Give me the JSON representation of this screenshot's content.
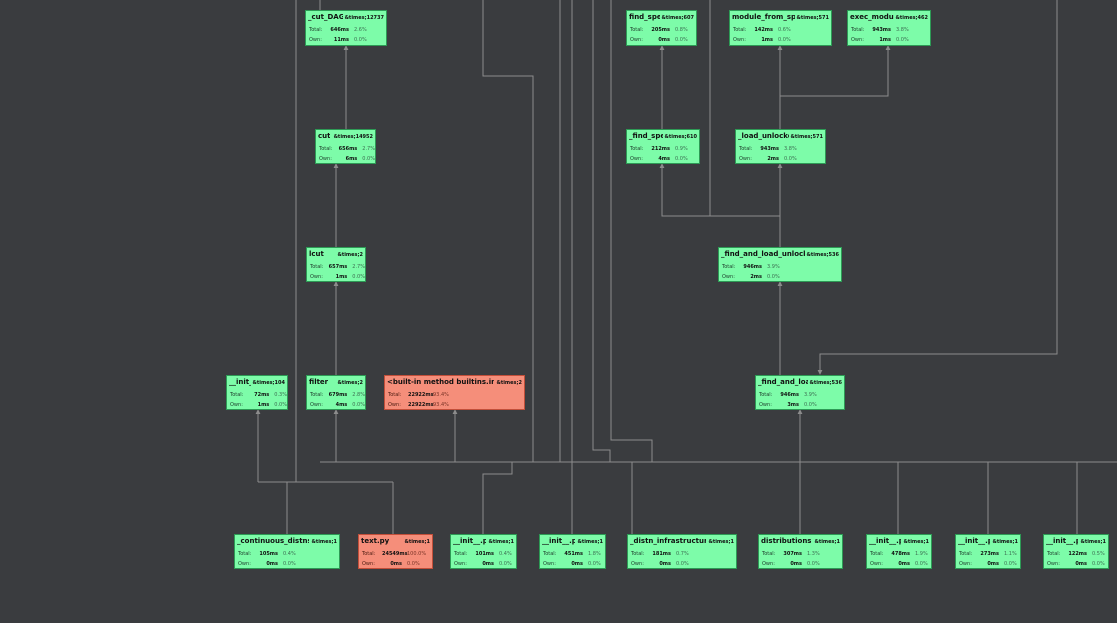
{
  "colors": {
    "background": "#3a3c3f",
    "node": "#7dfca9",
    "hot_node": "#f58e7a",
    "edge": "#8c8c8c"
  },
  "nodes": [
    {
      "id": "cut_dag",
      "name": "_cut_DAG",
      "calls": "&times;12737",
      "total": "646ms",
      "total_pct": "2.6%",
      "own": "11ms",
      "own_pct": "0.0%",
      "hot": false
    },
    {
      "id": "cut",
      "name": "cut",
      "calls": "&times;14952",
      "total": "656ms",
      "total_pct": "2.7%",
      "own": "6ms",
      "own_pct": "0.0%",
      "hot": false
    },
    {
      "id": "lcut",
      "name": "lcut",
      "calls": "&times;2",
      "total": "657ms",
      "total_pct": "2.7%",
      "own": "1ms",
      "own_pct": "0.0%",
      "hot": false
    },
    {
      "id": "init_a",
      "name": "__init__",
      "calls": "&times;104",
      "total": "72ms",
      "total_pct": "0.3%",
      "own": "1ms",
      "own_pct": "0.0%",
      "hot": false
    },
    {
      "id": "filter",
      "name": "filter",
      "calls": "&times;2",
      "total": "679ms",
      "total_pct": "2.8%",
      "own": "4ms",
      "own_pct": "0.0%",
      "hot": false
    },
    {
      "id": "builtin_input",
      "name": "<built-in method builtins.inpu",
      "calls": "&times;2",
      "total": "22922ms",
      "total_pct": "93.4%",
      "own": "22922ms",
      "own_pct": "93.4%",
      "hot": true
    },
    {
      "id": "find_spec_top",
      "name": "find_spec",
      "calls": "&times;607",
      "total": "205ms",
      "total_pct": "0.8%",
      "own": "0ms",
      "own_pct": "0.0%",
      "hot": false
    },
    {
      "id": "module_from_spec",
      "name": "module_from_spe",
      "calls": "&times;571",
      "total": "142ms",
      "total_pct": "0.6%",
      "own": "1ms",
      "own_pct": "0.0%",
      "hot": false
    },
    {
      "id": "exec_module",
      "name": "exec_module",
      "calls": "&times;462",
      "total": "943ms",
      "total_pct": "3.8%",
      "own": "1ms",
      "own_pct": "0.0%",
      "hot": false
    },
    {
      "id": "find_spec_mid",
      "name": "_find_spec",
      "calls": "&times;610",
      "total": "212ms",
      "total_pct": "0.9%",
      "own": "4ms",
      "own_pct": "0.0%",
      "hot": false
    },
    {
      "id": "load_unlocked",
      "name": "_load_unlocked",
      "calls": "&times;571",
      "total": "943ms",
      "total_pct": "3.8%",
      "own": "2ms",
      "own_pct": "0.0%",
      "hot": false
    },
    {
      "id": "find_and_load_unlocked",
      "name": "_find_and_load_unlocke",
      "calls": "&times;536",
      "total": "946ms",
      "total_pct": "3.9%",
      "own": "2ms",
      "own_pct": "0.0%",
      "hot": false
    },
    {
      "id": "find_and_load",
      "name": "_find_and_loac",
      "calls": "&times;536",
      "total": "946ms",
      "total_pct": "3.9%",
      "own": "3ms",
      "own_pct": "0.0%",
      "hot": false
    },
    {
      "id": "continuous",
      "name": "_continuous_distns.p",
      "calls": "&times;1",
      "total": "105ms",
      "total_pct": "0.4%",
      "own": "0ms",
      "own_pct": "0.0%",
      "hot": false
    },
    {
      "id": "text_py",
      "name": "text.py",
      "calls": "&times;1",
      "total": "24549ms",
      "total_pct": "100.0%",
      "own": "0ms",
      "own_pct": "0.0%",
      "hot": true
    },
    {
      "id": "init_py_1",
      "name": "__init__.py",
      "calls": "&times;1",
      "total": "101ms",
      "total_pct": "0.4%",
      "own": "0ms",
      "own_pct": "0.0%",
      "hot": false
    },
    {
      "id": "init_py_2",
      "name": "__init__.py",
      "calls": "&times;1",
      "total": "451ms",
      "total_pct": "1.8%",
      "own": "0ms",
      "own_pct": "0.0%",
      "hot": false
    },
    {
      "id": "distn_infra",
      "name": "_distn_infrastructure.p",
      "calls": "&times;1",
      "total": "181ms",
      "total_pct": "0.7%",
      "own": "0ms",
      "own_pct": "0.0%",
      "hot": false
    },
    {
      "id": "distributions",
      "name": "distributions.p",
      "calls": "&times;1",
      "total": "307ms",
      "total_pct": "1.3%",
      "own": "0ms",
      "own_pct": "0.0%",
      "hot": false
    },
    {
      "id": "init_py_3",
      "name": "__init__.py",
      "calls": "&times;1",
      "total": "478ms",
      "total_pct": "1.9%",
      "own": "0ms",
      "own_pct": "0.0%",
      "hot": false
    },
    {
      "id": "init_py_4",
      "name": "__init__.py",
      "calls": "&times;1",
      "total": "273ms",
      "total_pct": "1.1%",
      "own": "0ms",
      "own_pct": "0.0%",
      "hot": false
    },
    {
      "id": "init_py_5",
      "name": "__init__.py",
      "calls": "&times;1",
      "total": "122ms",
      "total_pct": "0.5%",
      "own": "0ms",
      "own_pct": "0.0%",
      "hot": false
    }
  ],
  "labels": {
    "total": "Total:",
    "own": "Own:"
  }
}
